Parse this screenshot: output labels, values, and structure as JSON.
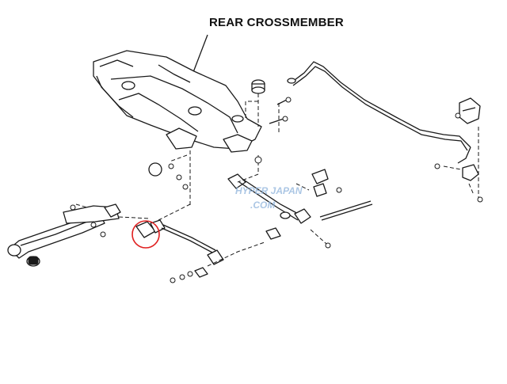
{
  "diagram": {
    "callout_label": "REAR CROSSMEMBER",
    "watermark_line1": "HYPER JAPAN",
    "watermark_line2": ".COM",
    "highlight_color": "#e02020",
    "line_color": "#1a1a1a",
    "icons": {
      "crossmember": "rear-crossmember-icon",
      "stabilizer": "stabilizer-bar-icon",
      "lateral_link": "lateral-link-icon",
      "trailing_arm": "trailing-arm-icon",
      "bushing": "bushing-icon",
      "bolt": "bolt-icon"
    }
  }
}
